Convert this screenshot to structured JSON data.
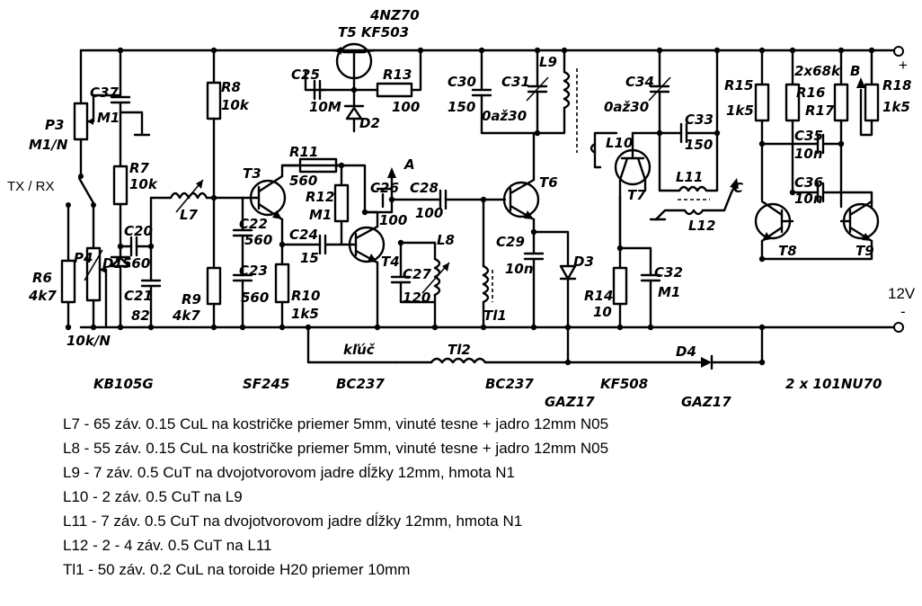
{
  "labels": {
    "t5_type": "4NZ70",
    "t5_name": "T5 KF503",
    "c25": "C25",
    "c25_val": "10M",
    "d2": "D2",
    "r13": "R13",
    "r13_val": "100",
    "c30": "C30",
    "c30_val": "150",
    "c31": "C31",
    "c31_val": "0až30",
    "l9": "L9",
    "c34": "C34",
    "c34_val": "0až30",
    "c33": "C33",
    "c33_val": "150",
    "l10": "L10",
    "t7": "T7",
    "l11": "L11",
    "l12": "L12",
    "c_tap": "C",
    "r15": "R15",
    "r15_val": "1k5",
    "r16_val": "2x68k",
    "r16": "R16",
    "r17": "R17",
    "b_tap": "B",
    "r18": "R18",
    "r18_val": "1k5",
    "c35": "C35",
    "c35_val": "10n",
    "c36": "C36",
    "c36_val": "10n",
    "t8": "T8",
    "t9": "T9",
    "plus": "+",
    "minus": "-",
    "supply": "12V",
    "c37": "C37",
    "c37_val": "M1",
    "p3": "P3",
    "p3_val": "M1/N",
    "txrx": "TX / RX",
    "r7": "R7",
    "r7_val": "10k",
    "r8": "R8",
    "r8_val": "10k",
    "r11": "R11",
    "r11_val": "560",
    "a_tap": "A",
    "t3": "T3",
    "l7": "L7",
    "r12": "R12",
    "r12_val": "M1",
    "c26": "C26",
    "c26_val": "100",
    "c28": "C28",
    "c28_val": "100",
    "t6": "T6",
    "c20": "C20",
    "c20_val": "560",
    "d1": "D1",
    "c22": "C22",
    "c22_val": "560",
    "c24": "C24",
    "c24_val": "15",
    "t4": "T4",
    "l8": "L8",
    "c29": "C29",
    "c29_val": "10n",
    "d3": "D3",
    "c32": "C32",
    "c32_val": "M1",
    "r14": "R14",
    "r14_val": "10",
    "r6": "R6",
    "r6_val": "4k7",
    "p4": "P4",
    "c21": "C21",
    "c21_val": "82",
    "r9": "R9",
    "r9_val": "4k7",
    "c23": "C23",
    "c23_val": "560",
    "r10": "R10",
    "r10_val": "1k5",
    "c27": "C27",
    "c27_val": "120",
    "tl1": "Tl1",
    "p4_val": "10k/N",
    "key": "kľúč",
    "tl2": "Tl2",
    "d4": "D4",
    "kb105g": "KB105G",
    "sf245": "SF245",
    "bc237_a": "BC237",
    "bc237_b": "BC237",
    "gaz17_a": "GAZ17",
    "kf508": "KF508",
    "gaz17_b": "GAZ17",
    "nu70": "2 x 101NU70"
  },
  "notes": [
    "L7 - 65 záv. 0.15 CuL na kostričke priemer 5mm, vinuté tesne + jadro 12mm N05",
    "L8 - 55 záv. 0.15 CuL na kostričke priemer 5mm, vinuté tesne + jadro 12mm N05",
    "L9 - 7 záv. 0.5 CuT na dvojotvorovom jadre dĺžky 12mm, hmota N1",
    "L10 - 2 záv. 0.5 CuT na L9",
    "L11 - 7 záv. 0.5 CuT na dvojotvorovom jadre dĺžky 12mm, hmota N1",
    "L12 - 2 - 4 záv. 0.5 CuT na L11",
    "Tl1 - 50 záv. 0.2 CuL na toroide H20 priemer 10mm"
  ]
}
